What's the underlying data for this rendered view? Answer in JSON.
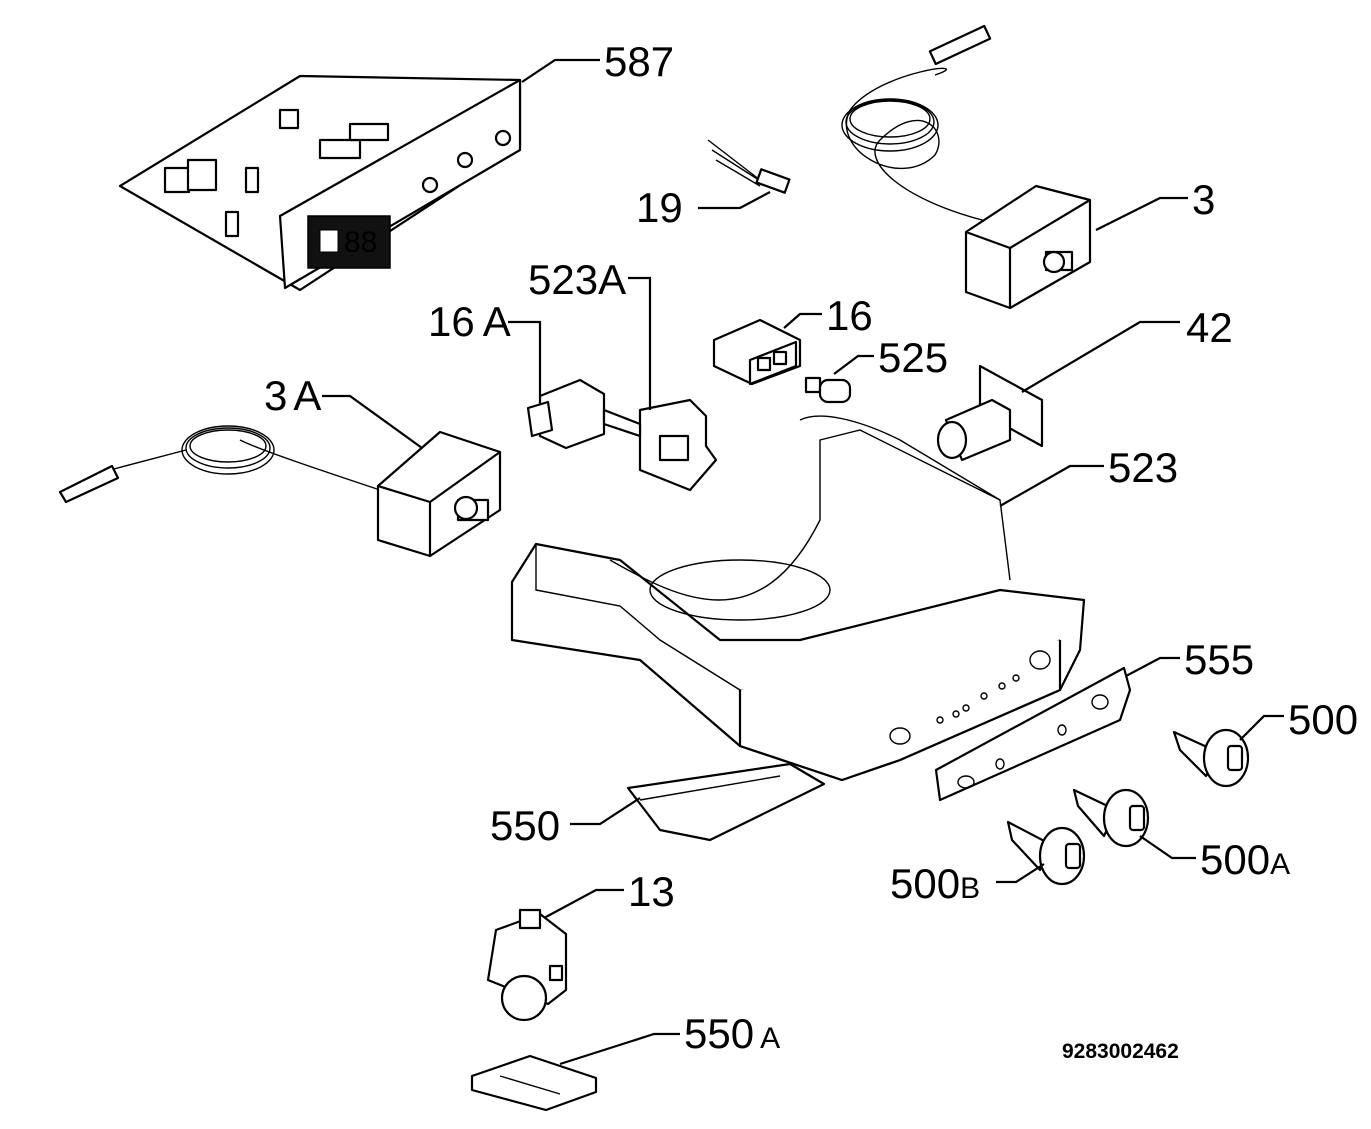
{
  "labels": {
    "l587": "587",
    "l3": "3",
    "l19": "19",
    "l523a_num": "523",
    "l523a_suf": "A",
    "l16a_num": "16",
    "l16a_suf": "A",
    "l16": "16",
    "l525": "525",
    "l42": "42",
    "l3a_num": "3",
    "l3a_suf": "A",
    "l523": "523",
    "l555": "555",
    "l500": "500",
    "l550": "550",
    "l500a_num": "500",
    "l500a_suf": "A",
    "l500b_num": "500",
    "l500b_suf": "B",
    "l13": "13",
    "l550a_num": "550",
    "l550a_suf": "A"
  },
  "document_code": "9283002462"
}
